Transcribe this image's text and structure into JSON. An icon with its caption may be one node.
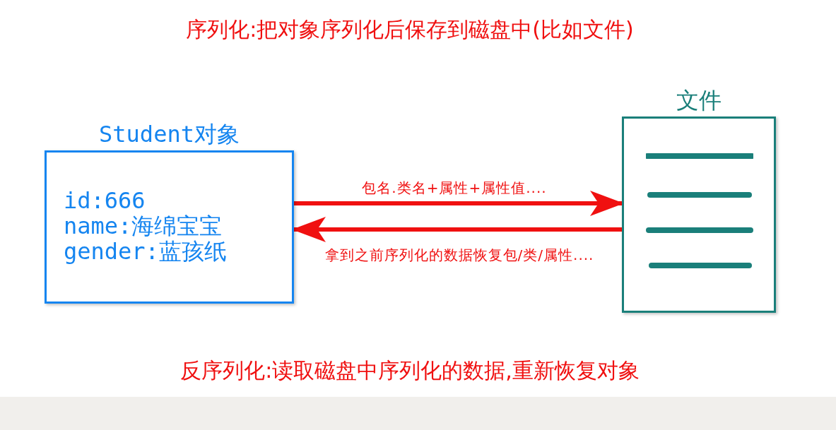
{
  "diagram": {
    "title": "序列化:把对象序列化后保存到磁盘中(比如文件)",
    "caption": "反序列化:读取磁盘中序列化的数据,重新恢复对象",
    "nodes": [
      {
        "text": [
          "Student对象",
          "id:666",
          "name:海绵宝宝",
          "gender:蓝孩纸"
        ]
      },
      {
        "text": [
          "文件"
        ]
      }
    ],
    "edges": [
      {
        "from": 0,
        "to": 1,
        "arrow": "to",
        "label": "包名.类名+属性+属性值...."
      },
      {
        "from": 1,
        "to": 0,
        "arrow": "to",
        "label": "拿到之前序列化的数据恢复包/类/属性...."
      }
    ]
  }
}
